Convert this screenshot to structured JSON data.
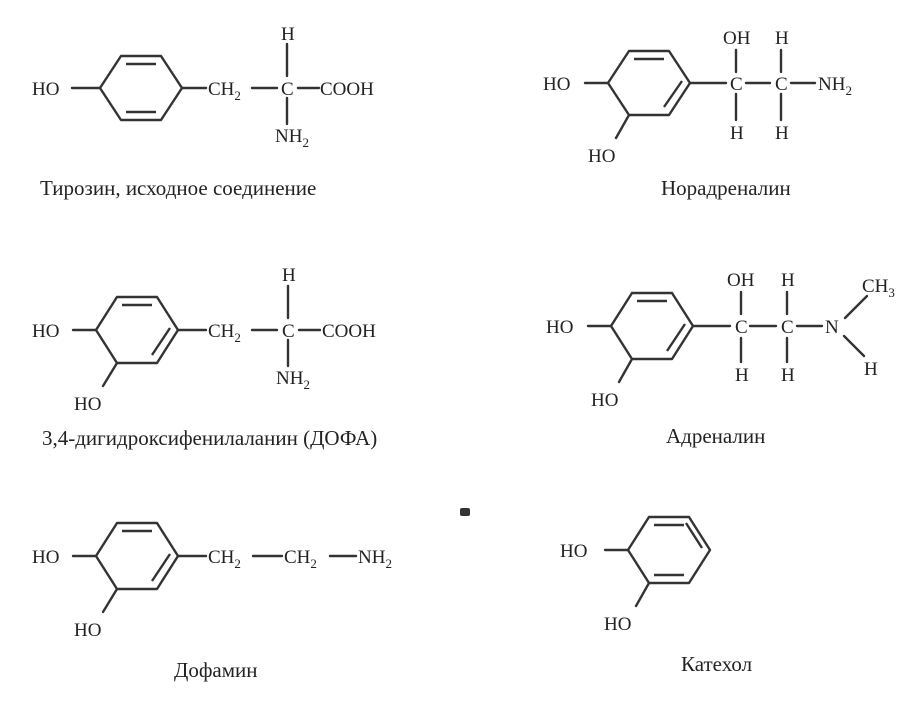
{
  "atoms": {
    "HO": "HO",
    "H": "H",
    "OH": "OH",
    "C": "C",
    "COOH": "COOH",
    "N": "N",
    "NH": "NH",
    "CH": "CH",
    "sub2": "2",
    "sub3": "3"
  },
  "captions": {
    "tyrosine": "Тирозин, исходное соединение",
    "noradrenaline": "Норадреналин",
    "dopa": "3,4-дигидроксифенилаланин (ДОФА)",
    "adrenaline": "Адреналин",
    "dopamine": "Дофамин",
    "catechol": "Катехол"
  }
}
